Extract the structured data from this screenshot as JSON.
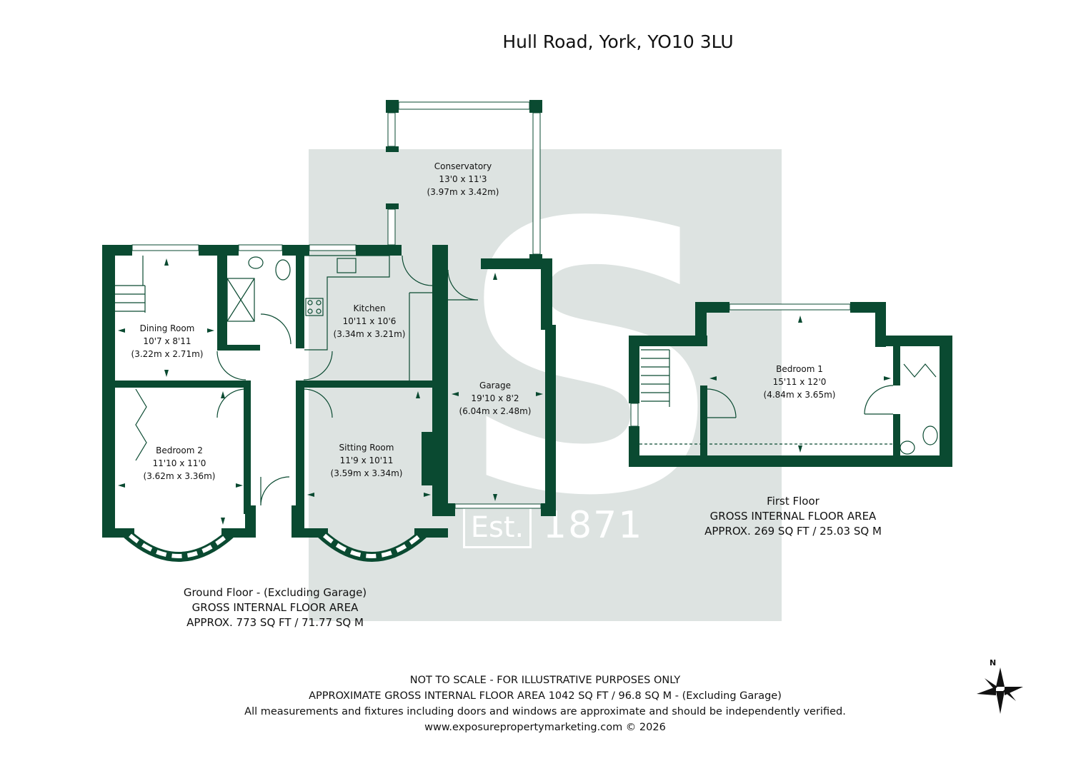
{
  "title": "Hull Road, York, YO10 3LU",
  "brand_colors": {
    "wall": "#0a4a31",
    "watermark_bg": "#dde3e1",
    "text": "#111111"
  },
  "watermark": {
    "letter": "S",
    "est": "Est.",
    "year": "1871"
  },
  "rooms": {
    "conservatory": {
      "name": "Conservatory",
      "imperial": "13'0 x 11'3",
      "metric": "(3.97m x 3.42m)"
    },
    "dining_room": {
      "name": "Dining Room",
      "imperial": "10'7 x 8'11",
      "metric": "(3.22m x 2.71m)"
    },
    "kitchen": {
      "name": "Kitchen",
      "imperial": "10'11 x 10'6",
      "metric": "(3.34m x 3.21m)"
    },
    "garage": {
      "name": "Garage",
      "imperial": "19'10 x 8'2",
      "metric": "(6.04m x 2.48m)"
    },
    "bedroom_2": {
      "name": "Bedroom 2",
      "imperial": "11'10 x 11'0",
      "metric": "(3.62m x 3.36m)"
    },
    "sitting_room": {
      "name": "Sitting Room",
      "imperial": "11'9 x 10'11",
      "metric": "(3.59m x 3.34m)"
    },
    "bedroom_1": {
      "name": "Bedroom 1",
      "imperial": "15'11 x 12'0",
      "metric": "(4.84m x 3.65m)"
    }
  },
  "ground_floor": {
    "line1": "Ground Floor - (Excluding Garage)",
    "line2": "GROSS INTERNAL FLOOR AREA",
    "line3": "APPROX. 773 SQ FT / 71.77 SQ M"
  },
  "first_floor": {
    "line1": "First Floor",
    "line2": "GROSS INTERNAL FLOOR AREA",
    "line3": "APPROX. 269 SQ FT / 25.03 SQ M"
  },
  "footer": {
    "line1": "NOT TO SCALE - FOR ILLUSTRATIVE PURPOSES ONLY",
    "line2": "APPROXIMATE GROSS INTERNAL FLOOR AREA 1042 SQ FT / 96.8 SQ M - (Excluding Garage)",
    "line3": "All measurements and fixtures including doors and windows are approximate and should be independently verified.",
    "line4": "www.exposurepropertymarketing.com © 2026"
  },
  "compass": {
    "label": "N",
    "icon": "compass-rose-icon"
  }
}
